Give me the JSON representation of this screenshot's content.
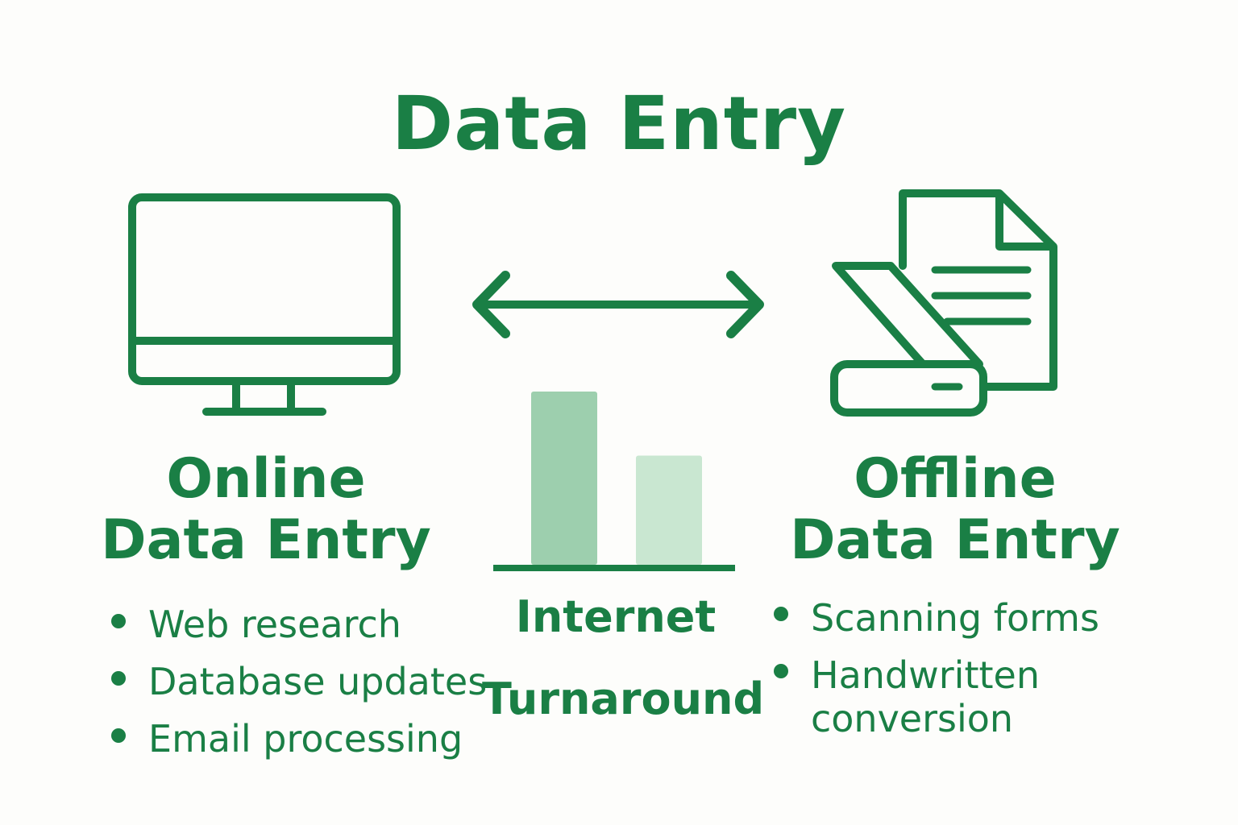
{
  "title": "Data Entry",
  "colors": {
    "primary": "#1a7f45",
    "bar_dark": "#9dcfae",
    "bar_light": "#c9e7d1",
    "background": "#fdfdfb"
  },
  "online": {
    "icon": "monitor-icon",
    "heading_line1": "Online",
    "heading_line2": "Data Entry",
    "items": [
      {
        "label": "Web research"
      },
      {
        "label": "Database updates"
      },
      {
        "label": "Email processing"
      }
    ]
  },
  "offline": {
    "icon": "scanner-document-icon",
    "heading_line1": "Offline",
    "heading_line2": "Data Entry",
    "items": [
      {
        "label": "Scanning forms"
      },
      {
        "label": "Handwritten",
        "label2": "conversion"
      }
    ]
  },
  "connector": {
    "icon": "double-arrow-icon"
  },
  "comparison": {
    "icon": "bar-chart-icon",
    "bars": [
      {
        "value": 1.0,
        "color": "#9dcfae"
      },
      {
        "value": 0.63,
        "color": "#c9e7d1"
      }
    ],
    "label1": "Internet",
    "label2": "Turnaround"
  }
}
